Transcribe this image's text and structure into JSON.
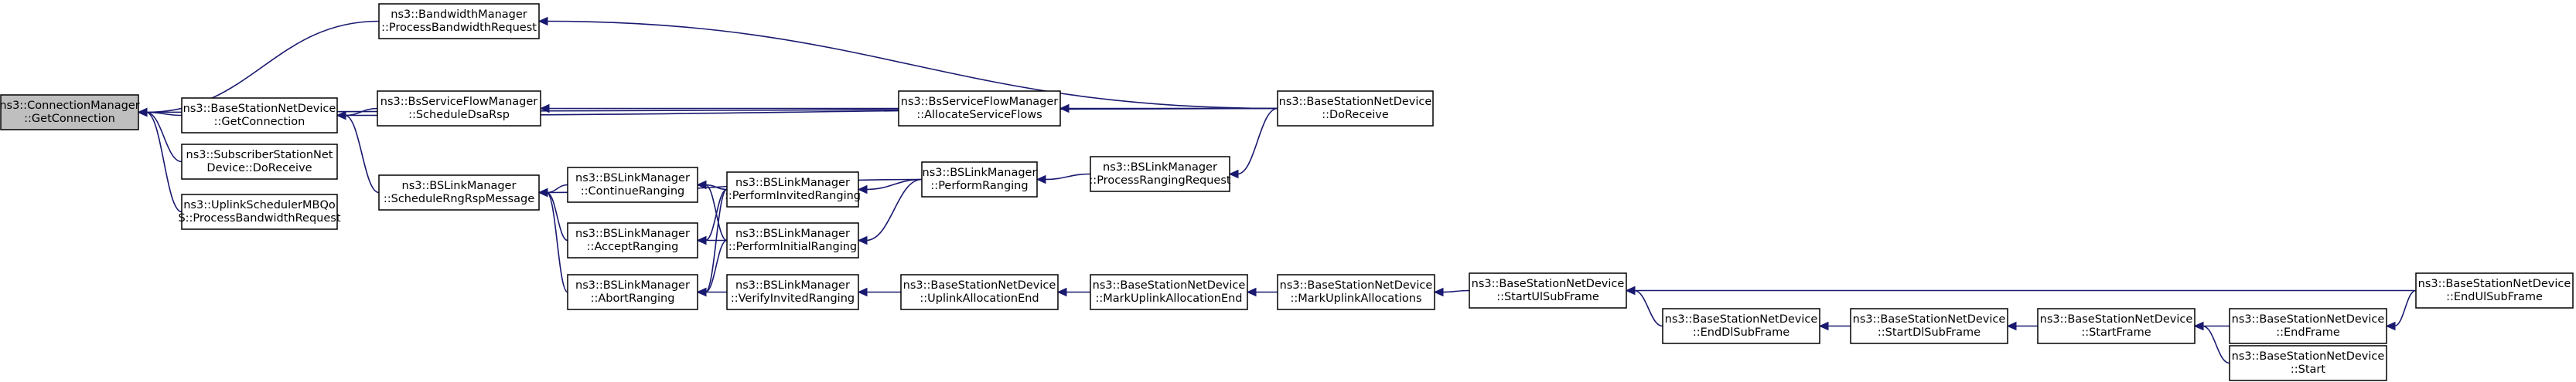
{
  "nodes": [
    {
      "id": "conn_mgr",
      "lines": [
        "ns3::ConnectionManager",
        "::GetConnection"
      ],
      "root": true
    },
    {
      "id": "bw_proc",
      "lines": [
        "ns3::BandwidthManager",
        "::ProcessBandwidthRequest"
      ]
    },
    {
      "id": "bsnd_getconn",
      "lines": [
        "ns3::BaseStationNetDevice",
        "::GetConnection"
      ]
    },
    {
      "id": "ssnd_recv",
      "lines": [
        "ns3::SubscriberStationNet",
        "Device::DoReceive"
      ]
    },
    {
      "id": "ul_sched",
      "lines": [
        "ns3::UplinkSchedulerMBQo",
        "S::ProcessBandwidthRequest"
      ]
    },
    {
      "id": "bsflow_dsa",
      "lines": [
        "ns3::BsServiceFlowManager",
        "::ScheduleDsaRsp"
      ]
    },
    {
      "id": "bsflow_alloc",
      "lines": [
        "ns3::BsServiceFlowManager",
        "::AllocateServiceFlows"
      ]
    },
    {
      "id": "bsnd_recv",
      "lines": [
        "ns3::BaseStationNetDevice",
        "::DoReceive"
      ]
    },
    {
      "id": "bslm_sched",
      "lines": [
        "ns3::BSLinkManager",
        "::ScheduleRngRspMessage"
      ]
    },
    {
      "id": "bslm_cont",
      "lines": [
        "ns3::BSLinkManager",
        "::ContinueRanging"
      ]
    },
    {
      "id": "bslm_accept",
      "lines": [
        "ns3::BSLinkManager",
        "::AcceptRanging"
      ]
    },
    {
      "id": "bslm_abort",
      "lines": [
        "ns3::BSLinkManager",
        "::AbortRanging"
      ]
    },
    {
      "id": "bslm_invited",
      "lines": [
        "ns3::BSLinkManager",
        "::PerformInvitedRanging"
      ]
    },
    {
      "id": "bslm_initial",
      "lines": [
        "ns3::BSLinkManager",
        "::PerformInitialRanging"
      ]
    },
    {
      "id": "bslm_verify",
      "lines": [
        "ns3::BSLinkManager",
        "::VerifyInvitedRanging"
      ]
    },
    {
      "id": "bslm_perform",
      "lines": [
        "ns3::BSLinkManager",
        "::PerformRanging"
      ]
    },
    {
      "id": "bslm_procreq",
      "lines": [
        "ns3::BSLinkManager",
        "::ProcessRangingRequest"
      ]
    },
    {
      "id": "bsnd_ulallocend",
      "lines": [
        "ns3::BaseStationNetDevice",
        "::UplinkAllocationEnd"
      ]
    },
    {
      "id": "bsnd_markend",
      "lines": [
        "ns3::BaseStationNetDevice",
        "::MarkUplinkAllocationEnd"
      ]
    },
    {
      "id": "bsnd_markallocs",
      "lines": [
        "ns3::BaseStationNetDevice",
        "::MarkUplinkAllocations"
      ]
    },
    {
      "id": "bsnd_startul",
      "lines": [
        "ns3::BaseStationNetDevice",
        "::StartUlSubFrame"
      ]
    },
    {
      "id": "bsnd_enddl",
      "lines": [
        "ns3::BaseStationNetDevice",
        "::EndDlSubFrame"
      ]
    },
    {
      "id": "bsnd_startdl",
      "lines": [
        "ns3::BaseStationNetDevice",
        "::StartDlSubFrame"
      ]
    },
    {
      "id": "bsnd_startframe",
      "lines": [
        "ns3::BaseStationNetDevice",
        "::StartFrame"
      ]
    },
    {
      "id": "bsnd_endframe",
      "lines": [
        "ns3::BaseStationNetDevice",
        "::EndFrame"
      ]
    },
    {
      "id": "bsnd_start",
      "lines": [
        "ns3::BaseStationNetDevice",
        "::Start"
      ]
    },
    {
      "id": "bsnd_endul",
      "lines": [
        "ns3::BaseStationNetDevice",
        "::EndUlSubFrame"
      ]
    }
  ],
  "edges": [
    {
      "from": "bw_proc",
      "to": "conn_mgr"
    },
    {
      "from": "bsnd_recv",
      "to": "conn_mgr"
    },
    {
      "from": "bsnd_getconn",
      "to": "conn_mgr"
    },
    {
      "from": "ssnd_recv",
      "to": "conn_mgr"
    },
    {
      "from": "ul_sched",
      "to": "conn_mgr"
    },
    {
      "from": "bsnd_recv",
      "to": "bw_proc"
    },
    {
      "from": "bsflow_dsa",
      "to": "bsnd_getconn"
    },
    {
      "from": "bslm_sched",
      "to": "bsnd_getconn"
    },
    {
      "from": "bsnd_recv",
      "to": "bsnd_getconn"
    },
    {
      "from": "bsflow_alloc",
      "to": "bsflow_dsa"
    },
    {
      "from": "bsnd_recv",
      "to": "bsflow_alloc"
    },
    {
      "from": "bslm_cont",
      "to": "bslm_sched"
    },
    {
      "from": "bslm_accept",
      "to": "bslm_sched"
    },
    {
      "from": "bslm_abort",
      "to": "bslm_sched"
    },
    {
      "from": "bslm_perform",
      "to": "bslm_sched"
    },
    {
      "from": "bslm_invited",
      "to": "bslm_cont"
    },
    {
      "from": "bslm_initial",
      "to": "bslm_cont"
    },
    {
      "from": "bslm_invited",
      "to": "bslm_accept"
    },
    {
      "from": "bslm_initial",
      "to": "bslm_accept"
    },
    {
      "from": "bslm_invited",
      "to": "bslm_abort"
    },
    {
      "from": "bslm_initial",
      "to": "bslm_abort"
    },
    {
      "from": "bslm_verify",
      "to": "bslm_abort"
    },
    {
      "from": "bslm_perform",
      "to": "bslm_invited"
    },
    {
      "from": "bslm_perform",
      "to": "bslm_initial"
    },
    {
      "from": "bsnd_ulallocend",
      "to": "bslm_verify"
    },
    {
      "from": "bslm_procreq",
      "to": "bslm_perform"
    },
    {
      "from": "bsnd_recv",
      "to": "bslm_procreq"
    },
    {
      "from": "bsnd_markend",
      "to": "bsnd_ulallocend"
    },
    {
      "from": "bsnd_markallocs",
      "to": "bsnd_markend"
    },
    {
      "from": "bsnd_startul",
      "to": "bsnd_markallocs"
    },
    {
      "from": "bsnd_enddl",
      "to": "bsnd_startul"
    },
    {
      "from": "bsnd_endul",
      "to": "bsnd_startul"
    },
    {
      "from": "bsnd_startdl",
      "to": "bsnd_enddl"
    },
    {
      "from": "bsnd_startframe",
      "to": "bsnd_startdl"
    },
    {
      "from": "bsnd_endframe",
      "to": "bsnd_startframe"
    },
    {
      "from": "bsnd_start",
      "to": "bsnd_startframe"
    },
    {
      "from": "bsnd_endul",
      "to": "bsnd_endframe"
    }
  ]
}
